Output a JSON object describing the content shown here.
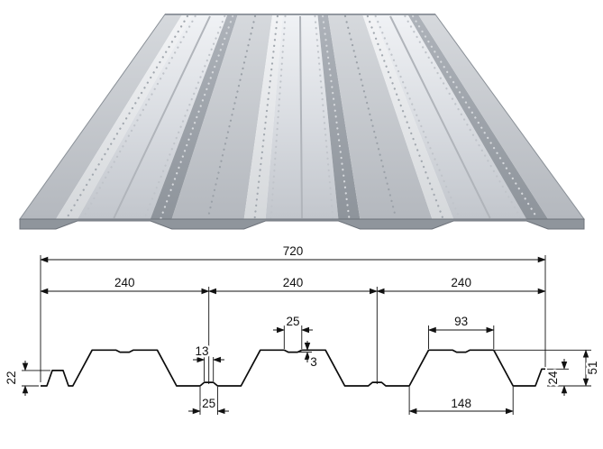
{
  "figure": {
    "subject": "corrugated-steel-floor-deck-profile",
    "colors": {
      "steel_highlight": "#eef0f3",
      "steel_mid": "#c9ccd1",
      "steel_shadow": "#8f959c",
      "line": "#111111",
      "background": "#ffffff"
    }
  },
  "drawing": {
    "dims": {
      "overall_width": "720",
      "module_a": "240",
      "module_b": "240",
      "module_c": "240",
      "top_stiffener_outer": "25",
      "top_stiffener_inner": "13",
      "stiffener_depth": "3",
      "rib_top_width": "93",
      "left_edge_height": "22",
      "valley_stiffener_width": "25",
      "rib_bottom_width": "148",
      "right_edge_height": "24",
      "overall_height": "51"
    }
  }
}
